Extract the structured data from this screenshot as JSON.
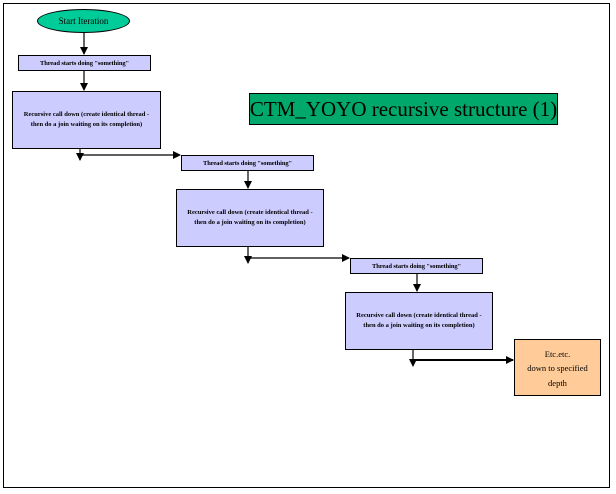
{
  "title": "CTM_YOYO recursive structure (1)",
  "start": "Start Iteration",
  "steps": [
    {
      "thread": "Thread starts doing \"something\"",
      "recurse": "Recursive call down (create identical thread - then do a join waiting on its completion)"
    },
    {
      "thread": "Thread starts doing \"something\"",
      "recurse": "Recursive call down (create identical thread - then do a join waiting on its completion)"
    },
    {
      "thread": "Thread starts doing \"something\"",
      "recurse": "Recursive call down (create identical thread - then do a join waiting on its completion)"
    }
  ],
  "end": {
    "line1": "Etc.etc.",
    "line2": "down to specified",
    "line3": "depth"
  },
  "colors": {
    "start_fill": "#00cc99",
    "box_fill": "#ccccff",
    "title_fill": "#00a86b",
    "end_fill": "#ffcc99"
  }
}
